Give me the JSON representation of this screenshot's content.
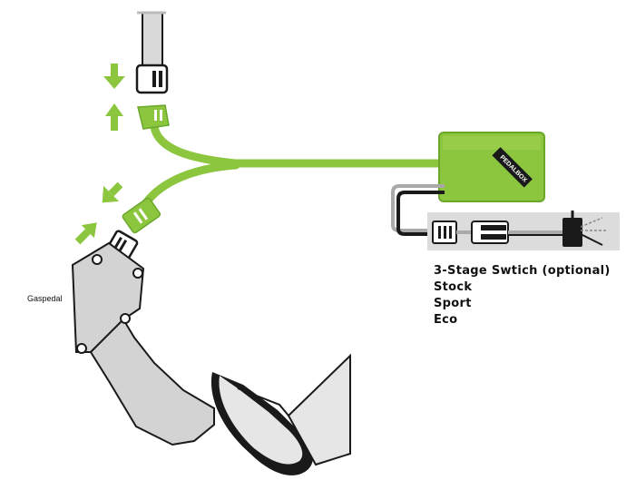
{
  "colors": {
    "accent_green": "#8cc63f",
    "dark_green": "#6aa72b",
    "outline": "#1a1a1a",
    "part_gray": "#d3d3d3",
    "panel_gray": "#dcdcdc"
  },
  "icons": [
    "arrow-down-icon",
    "arrow-up-icon"
  ],
  "module": {
    "brand_text": "PEDALBOX"
  },
  "switch": {
    "title": "3-Stage Swtich (optional)",
    "options": [
      "Stock",
      "Sport",
      "Eco"
    ]
  },
  "pedal": {
    "label": "Gaspedal"
  }
}
